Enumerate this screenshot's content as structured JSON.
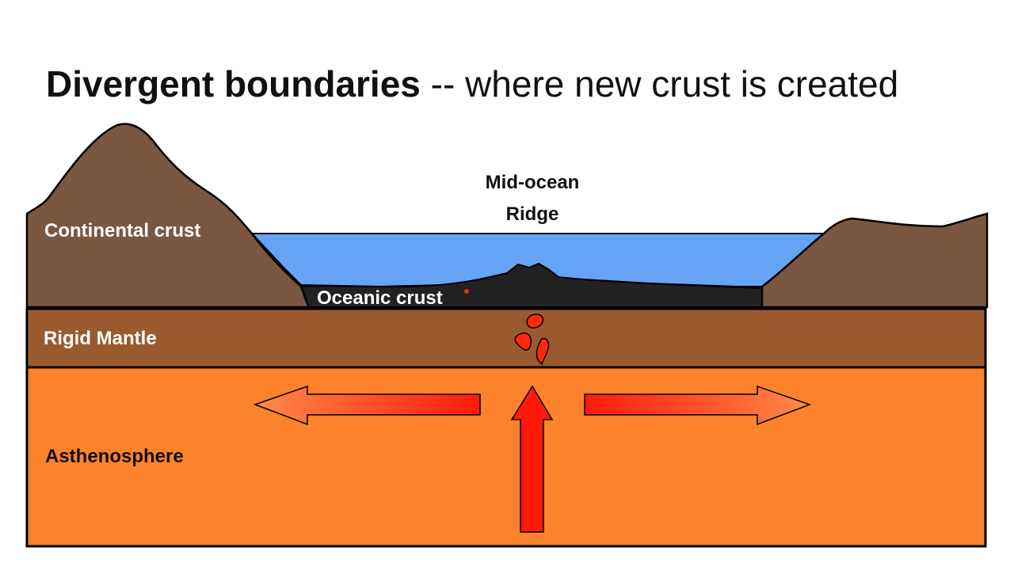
{
  "title": {
    "bold": "Divergent boundaries",
    "rest": " -- where new crust is created"
  },
  "labels": {
    "ridge_line1": "Mid-ocean",
    "ridge_line2": "Ridge",
    "continental_crust": "Continental crust",
    "oceanic_crust": "Oceanic crust",
    "rigid_mantle": "Rigid Mantle",
    "asthenosphere": "Asthenosphere"
  },
  "colors": {
    "continental_crust": "#7B5640",
    "ocean_water": "#66A3F5",
    "oceanic_crust": "#222222",
    "rigid_mantle": "#9A5A30",
    "asthenosphere": "#FD822C",
    "magma": "#FF2A0E",
    "arrow_red": "#FF1A0A",
    "arrow_light": "#FF8A4A",
    "label_light": "#ffffff",
    "label_dark": "#111111"
  },
  "arrows": {
    "left": "spreading-left-arrow",
    "right": "spreading-right-arrow",
    "up": "upwelling-arrow"
  }
}
